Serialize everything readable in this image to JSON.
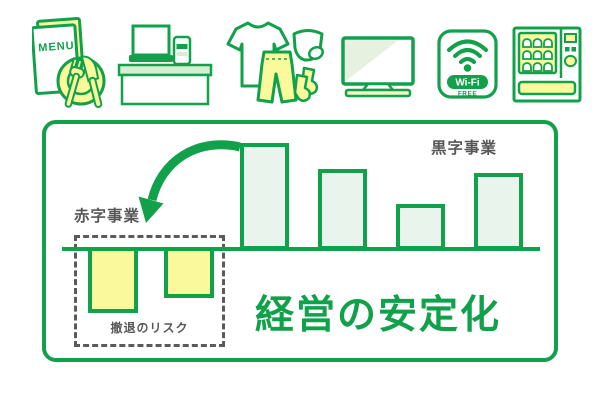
{
  "title": "経営の安定化",
  "chart": {
    "profit_label": "黒字事業",
    "loss_label": "赤字事業",
    "risk_label": "撤退のリスク"
  },
  "icons": {
    "menu": {
      "name": "restaurant-menu-and-plate",
      "text": "MENU"
    },
    "register": {
      "name": "cash-register-counter"
    },
    "clothes": {
      "name": "clothing-items"
    },
    "tv": {
      "name": "television"
    },
    "wifi": {
      "name": "free-wifi-sign",
      "badge": "Wi-Fi",
      "caption": "FREE"
    },
    "vending": {
      "name": "vending-machine"
    }
  },
  "chart_data": {
    "type": "bar",
    "title": "経営の安定化",
    "description": "概念図：ベースラインの上に黒字事業の棒（緑）、下に赤字事業の棒（黄）。黒字の棒から赤字側へ曲線矢印。赤字部分は破線枠で「撤退のリスク」と注記。",
    "series": [
      {
        "name": "黒字事業",
        "values": [
          107,
          81,
          46,
          77
        ],
        "fill": "#e9f4ec",
        "border": "#12a14b"
      },
      {
        "name": "赤字事業",
        "values": [
          -66,
          -51
        ],
        "fill": "#fafa9d",
        "border": "#12a14b"
      }
    ],
    "units": "px",
    "annotations": [
      "撤退のリスク",
      "経営の安定化"
    ],
    "legend_position": "none",
    "grid": false
  },
  "colors": {
    "green": "#12a14b",
    "light_green_fill": "#e9f4ec",
    "pale_green_screen": "#e6f1e0",
    "yellow": "#fafa9d",
    "counter_green": "#d6eed1",
    "text_gray": "#575757",
    "dash_gray": "#5a5a5a"
  }
}
